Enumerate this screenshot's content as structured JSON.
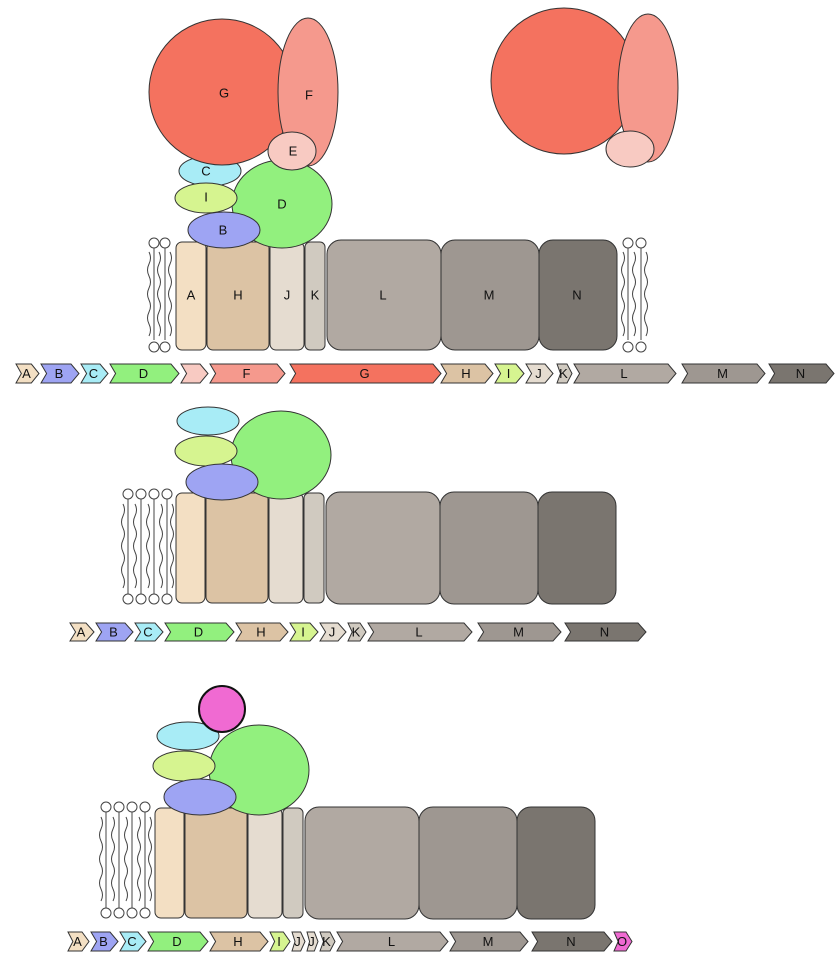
{
  "colors": {
    "A": "#F3DFC3",
    "B": "#9EA4F3",
    "C": "#A8ECF6",
    "D": "#92F07E",
    "E": "#F8CAC2",
    "F": "#F5998D",
    "G": "#F4725F",
    "H": "#DCC3A4",
    "I": "#D6F490",
    "J": "#E5DCD0",
    "K": "#D0CAC0",
    "L": "#B1A9A2",
    "M": "#9E9791",
    "N": "#7A756F",
    "O": "#F06AD2"
  },
  "complex1": {
    "subunit_labels": {
      "G": "G",
      "F": "F",
      "E": "E",
      "C": "C",
      "I": "I",
      "D": "D",
      "B": "B",
      "A": "A",
      "H": "H",
      "J": "J",
      "K": "K",
      "L": "L",
      "M": "M",
      "N": "N"
    },
    "operon": [
      "A",
      "B",
      "C",
      "D",
      "",
      "F",
      "G",
      "H",
      "I",
      "J",
      "K",
      "L",
      "M",
      "N"
    ]
  },
  "complex2": {
    "operon": [
      "A",
      "B",
      "C",
      "D",
      "H",
      "I",
      "J",
      "K",
      "L",
      "M",
      "N"
    ]
  },
  "complex3": {
    "operon": [
      "A",
      "B",
      "C",
      "D",
      "H",
      "I",
      "J",
      "J",
      "K",
      "L",
      "M",
      "N",
      "O"
    ]
  }
}
